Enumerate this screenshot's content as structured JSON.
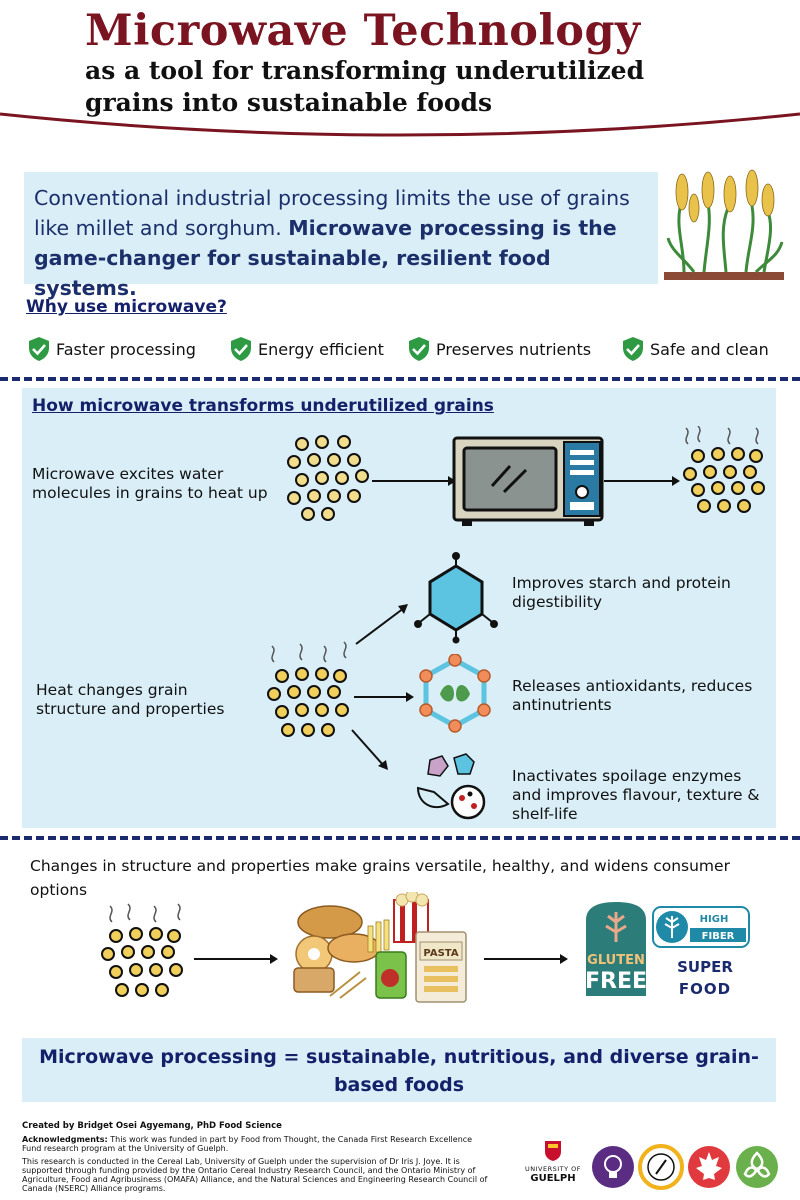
{
  "header": {
    "title": "Microwave Technology",
    "subtitle_line1": "as a tool for transforming underutilized",
    "subtitle_line2": "grains into sustainable foods"
  },
  "intro": {
    "part1": "Conventional industrial processing limits the use of grains like millet and sorghum. ",
    "part2": "Microwave processing is the game-changer for sustainable, resilient food systems."
  },
  "why": {
    "title": "Why use microwave?",
    "benefits": [
      "Faster processing",
      "Energy efficient",
      "Preserves nutrients",
      "Safe and clean"
    ]
  },
  "how": {
    "title": "How microwave transforms underutilized grains",
    "step1": "Microwave excites water molecules in grains to heat up",
    "step2": "Heat changes grain structure and properties",
    "effects": [
      "Improves starch and protein digestibility",
      "Releases antioxidants, reduces antinutrients",
      "Inactivates spoilage enzymes and improves flavour, texture & shelf-life"
    ]
  },
  "changes": {
    "text": "Changes in structure and properties make grains versatile, healthy, and widens consumer options",
    "pasta_label": "PASTA",
    "gluten_free_top": "GLUTEN",
    "gluten_free_bottom": "FREE",
    "high_fiber_top": "HIGH",
    "high_fiber_bottom": "FIBER",
    "super_food_top": "SUPER",
    "super_food_bottom": "FOOD"
  },
  "summary": "Microwave processing = sustainable, nutritious, and diverse grain-based foods",
  "credits": {
    "created_by": "Created by Bridget Osei Agyemang, PhD Food Science",
    "ack_label": "Acknowledgments:",
    "ack_text": " This work was funded in part by Food from Thought, the Canada First Research Excellence Fund research program at the University of Guelph.",
    "research_text": "This research is conducted in the Cereal Lab, University of Guelph under the supervision of Dr Iris J. Joye. It is supported through funding provided by the Ontario Cereal Industry Research Council, and the Ontario Ministry of Agriculture, Food and Agribusiness (OMAFA) Alliance, and the Natural Sciences and Engineering Research Council of Canada (NSERC) Alliance programs.",
    "university_of": "UNIVERSITY OF",
    "guelph": "GUELPH"
  },
  "colors": {
    "title_red": "#7a1420",
    "navy": "#14206a",
    "light_blue_panel": "#d9eef6",
    "check_green": "#2f9a44"
  }
}
